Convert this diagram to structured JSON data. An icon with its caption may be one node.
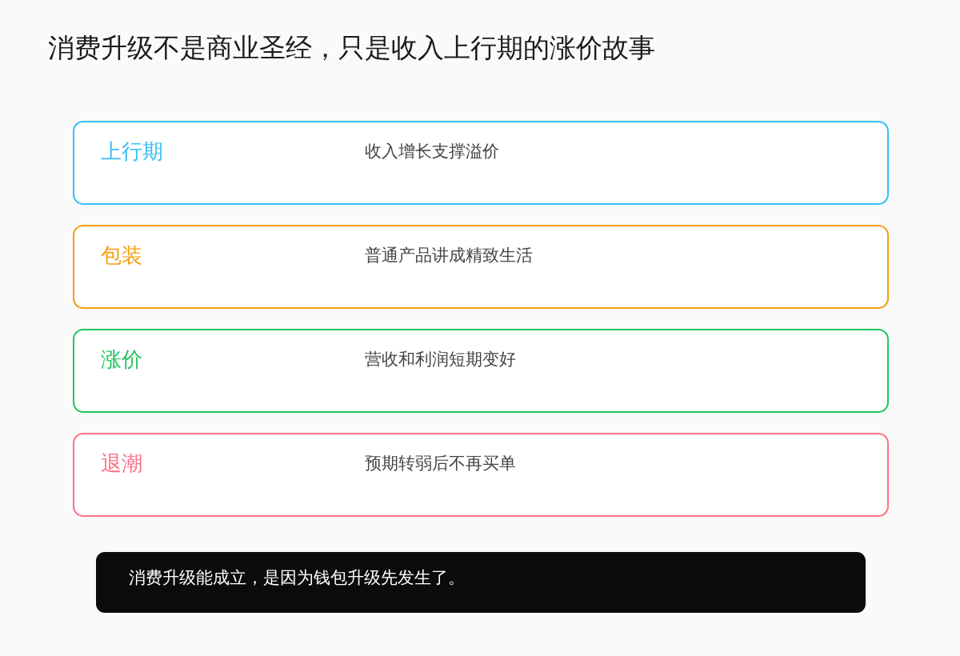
{
  "diagram": {
    "title": "消费升级不是商业圣经，只是收入上行期的涨价故事",
    "nodes": [
      {
        "text": [
          "上行期",
          "收入增长支撑溢价"
        ]
      },
      {
        "text": [
          "包装",
          "普通产品讲成精致生活"
        ]
      },
      {
        "text": [
          "涨价",
          "营收和利润短期变好"
        ]
      },
      {
        "text": [
          "退潮",
          "预期转弱后不再买单"
        ]
      },
      {
        "text": [
          "消费升级能成立，是因为钱包升级先发生了。"
        ]
      }
    ]
  }
}
